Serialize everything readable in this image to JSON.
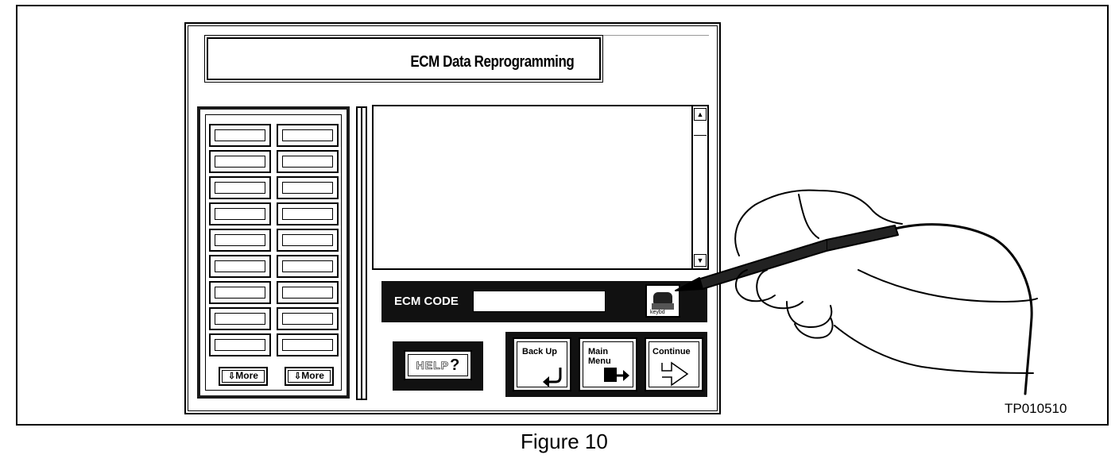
{
  "screen": {
    "title": "ECM Data Reprogramming"
  },
  "left_panel": {
    "rows": 9,
    "more_buttons": [
      "More",
      "More"
    ]
  },
  "ecm": {
    "label": "ECM CODE",
    "value": "",
    "keyboard_label": "keybd"
  },
  "buttons": {
    "help": "HELP",
    "help_mark": "?",
    "back_up": "Back Up",
    "main_menu": "Main Menu",
    "continue": "Continue"
  },
  "figure": {
    "code": "TP010510",
    "caption": "Figure 10"
  }
}
